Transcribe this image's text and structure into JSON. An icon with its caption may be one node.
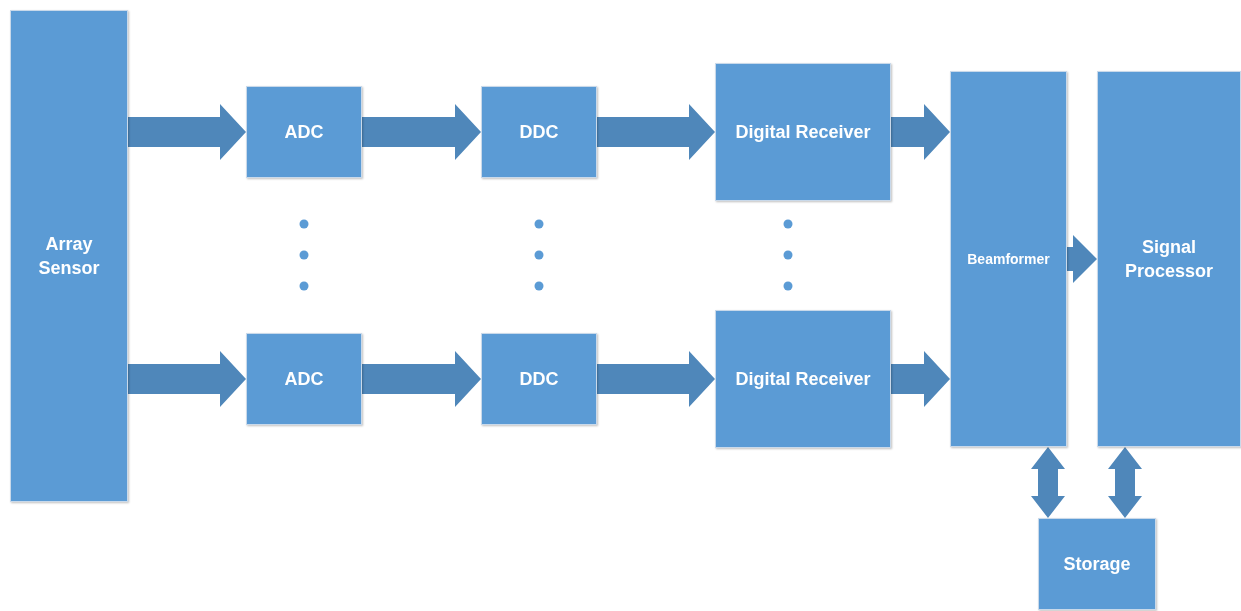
{
  "diagram": {
    "nodes": [
      {
        "text": [
          "Array Sensor"
        ]
      },
      {
        "text": [
          "ADC"
        ]
      },
      {
        "text": [
          "DDC"
        ]
      },
      {
        "text": [
          "Digital Receiver"
        ]
      },
      {
        "text": [
          "ADC"
        ]
      },
      {
        "text": [
          "DDC"
        ]
      },
      {
        "text": [
          "Digital Receiver"
        ]
      },
      {
        "text": [
          "Beamformer"
        ]
      },
      {
        "text": [
          "Signal Processor"
        ]
      },
      {
        "text": [
          "Storage"
        ]
      }
    ],
    "edges": [
      {
        "from": 0,
        "to": 1,
        "arrow": "to"
      },
      {
        "from": 1,
        "to": 2,
        "arrow": "to"
      },
      {
        "from": 2,
        "to": 3,
        "arrow": "to"
      },
      {
        "from": 0,
        "to": 4,
        "arrow": "to"
      },
      {
        "from": 4,
        "to": 5,
        "arrow": "to"
      },
      {
        "from": 5,
        "to": 6,
        "arrow": "to"
      },
      {
        "from": 3,
        "to": 7,
        "arrow": "to"
      },
      {
        "from": 6,
        "to": 7,
        "arrow": "to"
      },
      {
        "from": 7,
        "to": 8,
        "arrow": "to"
      },
      {
        "from": 7,
        "to": 9,
        "arrow": "both"
      },
      {
        "from": 8,
        "to": 9,
        "arrow": "both"
      }
    ]
  }
}
